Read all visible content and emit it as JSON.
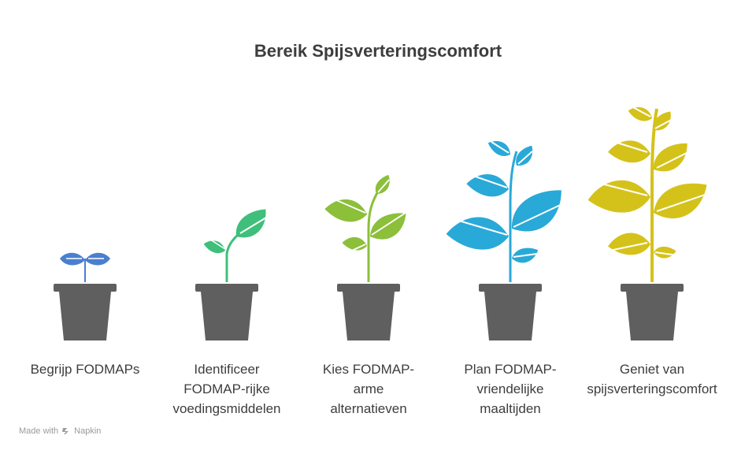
{
  "title": "Bereik Spijsverteringscomfort",
  "stages": [
    {
      "label_lines": [
        "Begrijp FODMAPs"
      ],
      "color": "#4a7fd0"
    },
    {
      "label_lines": [
        "Identificeer",
        "FODMAP-rijke",
        "voedingsmiddelen"
      ],
      "color": "#3fbf7a"
    },
    {
      "label_lines": [
        "Kies FODMAP-",
        "arme",
        "alternatieven"
      ],
      "color": "#8cbf3a"
    },
    {
      "label_lines": [
        "Plan FODMAP-",
        "vriendelijke",
        "maaltijden"
      ],
      "color": "#29a9d8"
    },
    {
      "label_lines": [
        "Geniet van",
        "spijsverteringscomfort"
      ],
      "color": "#d4c21a"
    }
  ],
  "pot_color": "#5f5f5f",
  "footer": {
    "made_with": "Made with",
    "brand": "Napkin",
    "icon": "napkin-logo-icon"
  }
}
